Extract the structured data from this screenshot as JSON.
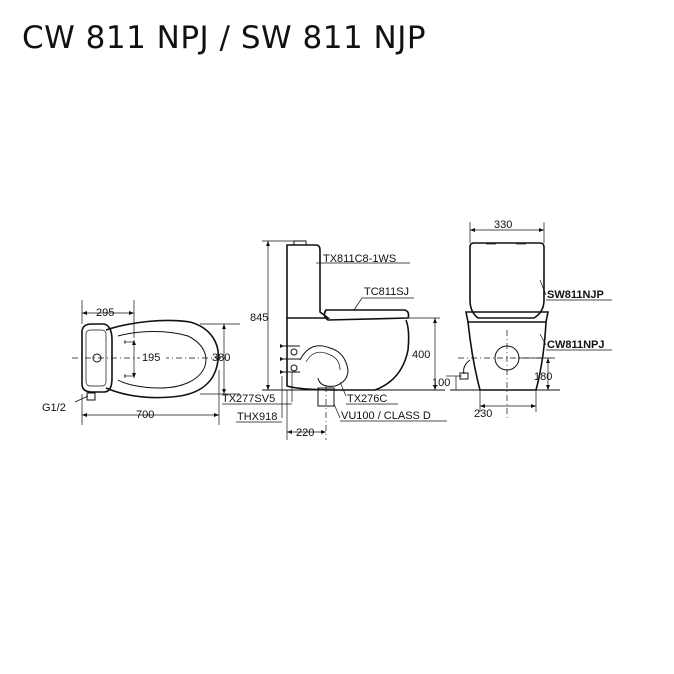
{
  "title": "CW 811 NPJ / SW 811 NJP",
  "plan_view": {
    "dim_length": "700",
    "dim_rim": "295",
    "dim_width": "380",
    "dim_inner": "195",
    "connection": "G1/2"
  },
  "side_view": {
    "dim_height": "845",
    "dim_seat_height": "400",
    "dim_outlet": "220",
    "part_tank": "TX811C8-1WS",
    "part_seat": "TC811SJ",
    "part_stop_valve": "TX277SV5",
    "part_hose": "THX918",
    "part_flush": "TX276C",
    "part_outlet": "VU100 / CLASS D"
  },
  "front_view": {
    "dim_width": "330",
    "dim_inlet_height": "100",
    "dim_outlet_height": "180",
    "dim_base": "230",
    "model_tank": "SW811NJP",
    "model_bowl": "CW811NPJ"
  }
}
